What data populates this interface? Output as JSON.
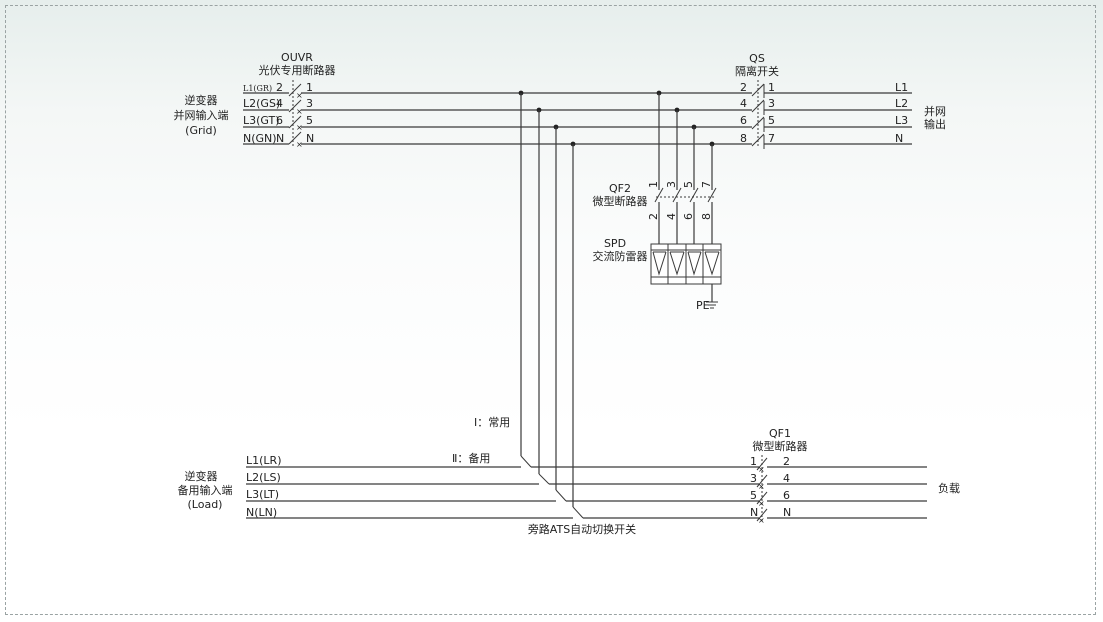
{
  "inverter_grid_input": {
    "line1": "逆变器",
    "line2": "并网输入端",
    "line3": "(Grid)"
  },
  "ouvr": {
    "code": "OUVR",
    "name": "光伏专用断路器"
  },
  "qs": {
    "code": "QS",
    "name": "隔离开关"
  },
  "qf2": {
    "code": "QF2",
    "name": "微型断路器",
    "top_terminals": [
      "1",
      "3",
      "5",
      "7"
    ],
    "bottom_terminals": [
      "2",
      "4",
      "6",
      "8"
    ]
  },
  "spd": {
    "code": "SPD",
    "name": "交流防雷器",
    "ground": "PE"
  },
  "grid_phases": [
    {
      "in": "L1(GR)",
      "ouvr_in": "2",
      "ouvr_out": "1",
      "qs_in": "2",
      "qs_out": "1",
      "out": "L1"
    },
    {
      "in": "L2(GS)",
      "ouvr_in": "4",
      "ouvr_out": "3",
      "qs_in": "4",
      "qs_out": "3",
      "out": "L2"
    },
    {
      "in": "L3(GT)",
      "ouvr_in": "6",
      "ouvr_out": "5",
      "qs_in": "6",
      "qs_out": "5",
      "out": "L3"
    },
    {
      "in": "N(GN)",
      "ouvr_in": "N",
      "ouvr_out": "N",
      "qs_in": "8",
      "qs_out": "7",
      "out": "N"
    }
  ],
  "grid_output": {
    "line1": "并网",
    "line2": "输出"
  },
  "inverter_backup_input": {
    "line1": "逆变器",
    "line2": "备用输入端",
    "line3": "(Load)"
  },
  "backup_phases": [
    {
      "in": "L1(LR)",
      "qf1_in": "1",
      "qf1_out": "2"
    },
    {
      "in": "L2(LS)",
      "qf1_in": "3",
      "qf1_out": "4"
    },
    {
      "in": "L3(LT)",
      "qf1_in": "5",
      "qf1_out": "6"
    },
    {
      "in": "N(LN)",
      "qf1_in": "N",
      "qf1_out": "N"
    }
  ],
  "ats": {
    "main_label": "Ⅰ：常用",
    "backup_label": "Ⅱ：备用",
    "name": "旁路ATS自动切换开关"
  },
  "qf1": {
    "code": "QF1",
    "name": "微型断路器"
  },
  "load": {
    "name": "负载"
  },
  "switch_mark": "×"
}
